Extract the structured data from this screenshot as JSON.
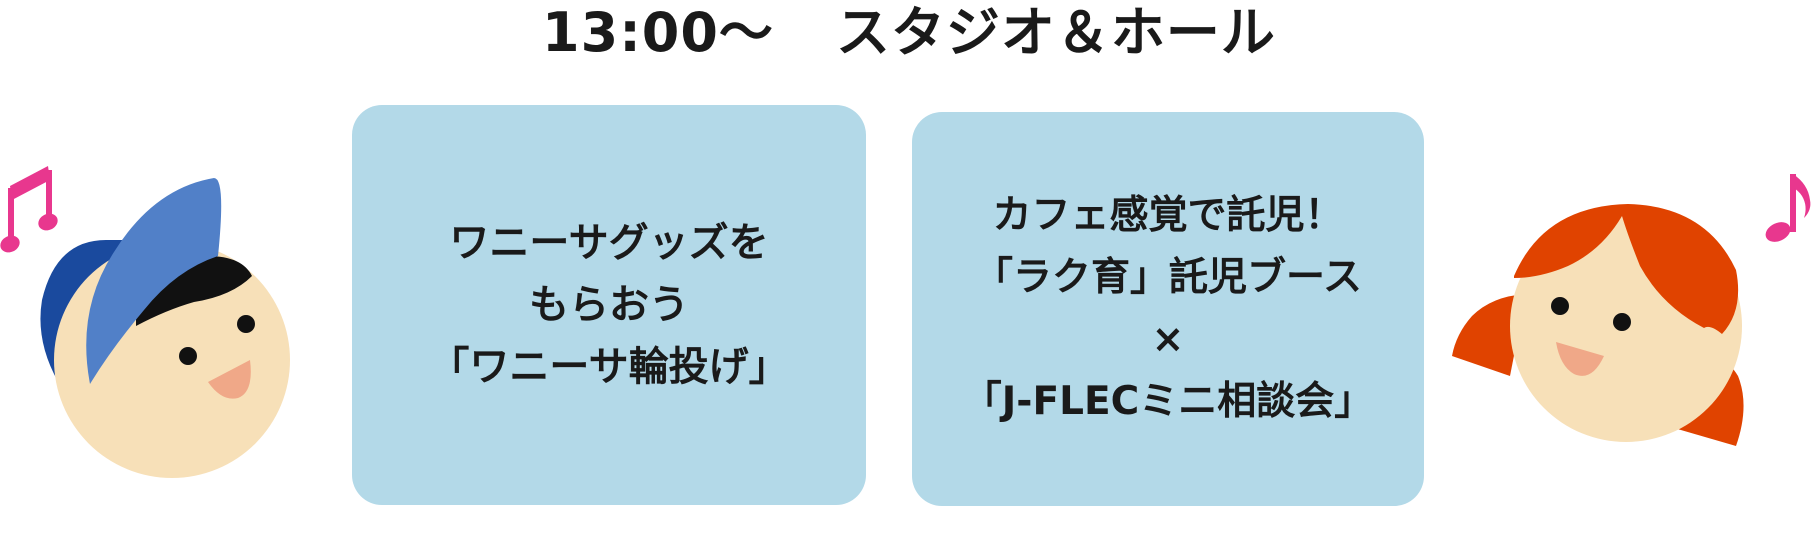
{
  "header": {
    "time": "13:00〜",
    "venue": "スタジオ＆ホール"
  },
  "cards": [
    {
      "lines": [
        "ワニーサグッズを",
        "もらおう",
        "「ワニーサ輪投げ」"
      ]
    },
    {
      "lines": [
        "カフェ感覚で託児！",
        "「ラク育」託児ブース",
        "×",
        "「J-FLECミニ相談会」"
      ]
    }
  ],
  "colors": {
    "card_bg": "#b3d9e8",
    "note_pink": "#e8378e",
    "boy_cap": "#5180c8",
    "boy_cap_dark": "#1a4a9e",
    "skin": "#f7e0b8",
    "cheek": "#f0a888",
    "girl_hair": "#e04300",
    "text": "#1a1a1a"
  },
  "icons": [
    "music-note-icon",
    "boy-with-cap-icon",
    "girl-with-pigtails-icon"
  ]
}
